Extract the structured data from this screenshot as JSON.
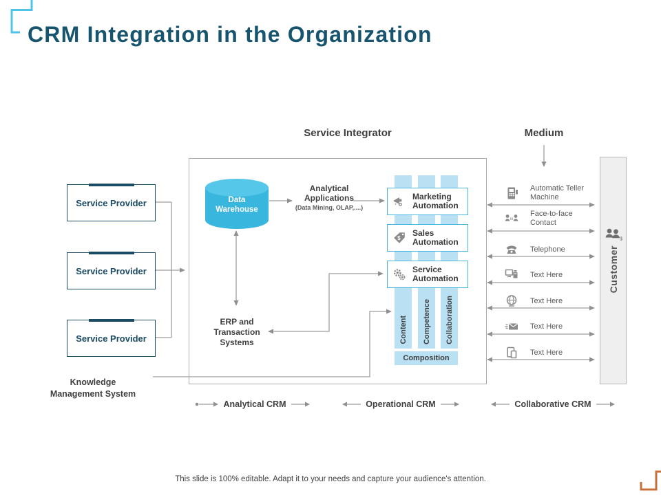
{
  "slide": {
    "title": "CRM Integration in the Organization",
    "footer": "This slide is 100% editable. Adapt it to your needs and capture your audience's attention."
  },
  "headers": {
    "service_integrator": "Service Integrator",
    "medium": "Medium"
  },
  "left_column": {
    "service_providers": [
      "Service Provider",
      "Service Provider",
      "Service Provider"
    ],
    "kms": "Knowledge Management System"
  },
  "integrator": {
    "data_warehouse": "Data Warehouse",
    "analytical_applications": {
      "title": "Analytical Applications",
      "subtitle": "(Data Mining, OLAP,....)"
    },
    "erp": "ERP and Transaction Systems",
    "automation": [
      {
        "label": "Marketing Automation",
        "icon": "megaphone-icon"
      },
      {
        "label": "Sales Automation",
        "icon": "price-tag-icon"
      },
      {
        "label": "Service Automation",
        "icon": "gears-icon"
      }
    ],
    "pillars": [
      "Content",
      "Competence",
      "Collaboration"
    ],
    "composition": "Composition"
  },
  "medium": {
    "items": [
      {
        "label": "Automatic Teller Machine",
        "icon": "atm-icon"
      },
      {
        "label": "Face-to-face Contact",
        "icon": "face-to-face-icon"
      },
      {
        "label": "Telephone",
        "icon": "telephone-icon"
      },
      {
        "label": "Text Here",
        "icon": "computer-icon"
      },
      {
        "label": "Text Here",
        "icon": "globe-icon"
      },
      {
        "label": "Text Here",
        "icon": "email-icon"
      },
      {
        "label": "Text Here",
        "icon": "mobile-icon"
      }
    ]
  },
  "customer": {
    "label": "Customer",
    "icon": "customers-dollar-icon"
  },
  "crm_types": [
    "Analytical CRM",
    "Operational CRM",
    "Collaborative CRM"
  ],
  "colors": {
    "title": "#17546E",
    "dark_navy": "#1B4A63",
    "cyan_border": "#45B6DC",
    "cylinder_body": "#38B6DE",
    "cylinder_top": "#55C7E8",
    "pillar_blue": "#B9E0F3",
    "line_gray": "#9E9E9E",
    "bracket_blue": "#4FC3E8",
    "bracket_orange": "#C8703C"
  }
}
